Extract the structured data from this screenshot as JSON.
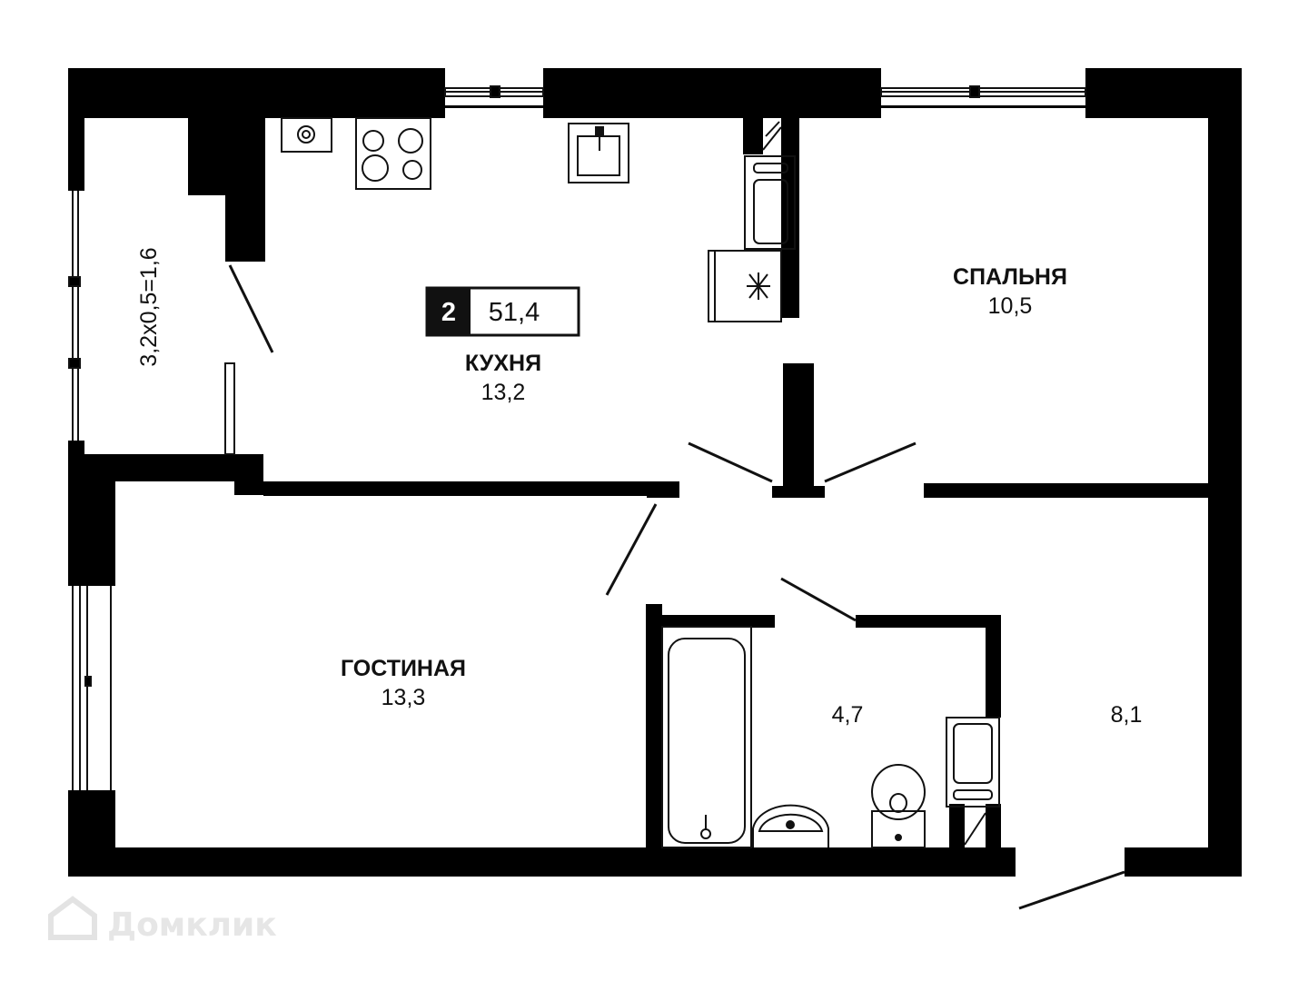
{
  "apartment": {
    "rooms": "2",
    "total_area": "51,4"
  },
  "rooms": [
    {
      "id": "kitchen",
      "name": "КУХНЯ",
      "area": "13,2"
    },
    {
      "id": "bedroom",
      "name": "СПАЛЬНЯ",
      "area": "10,5"
    },
    {
      "id": "living",
      "name": "ГОСТИНАЯ",
      "area": "13,3"
    },
    {
      "id": "bathroom",
      "name": "",
      "area": "4,7"
    },
    {
      "id": "hall",
      "name": "",
      "area": "8,1"
    }
  ],
  "balcony": {
    "label": "3,2х0,5=1,6"
  },
  "watermark": {
    "text": "Домклик"
  },
  "colors": {
    "wall": "#000000",
    "line": "#111111",
    "background": "#ffffff",
    "watermark": "#e6e6e6"
  }
}
